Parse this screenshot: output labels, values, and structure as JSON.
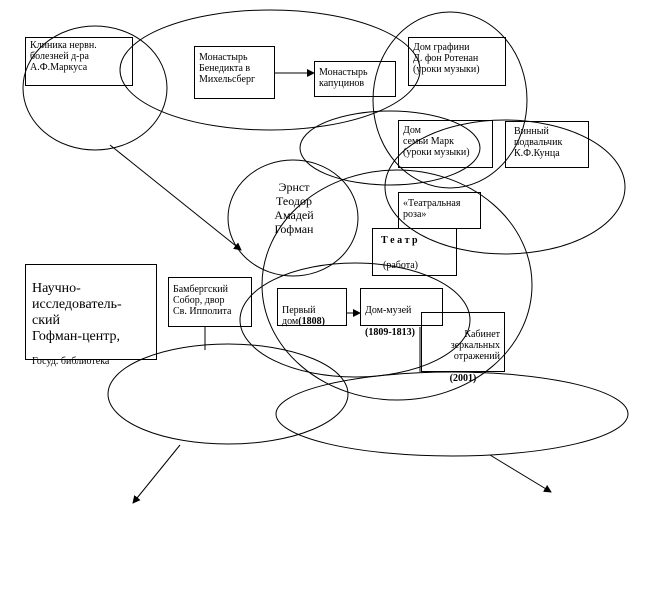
{
  "nodes": {
    "clinic": "Клиника нервн.\nболезней д-ра\nА.Ф.Маркуса",
    "monastery_benedict": "Монастырь\nБенедикта в\nМихельсберг",
    "monastery_capuchin": "Монастырь\nкапуцинов",
    "countess_house": "Дом графини\nД. фон Ротенан\n(уроки музыки)",
    "mark_house": "Дом\nсемьи Марк\n(уроки музыки)",
    "wine_cellar": "Винный\nподвальчик\nК.Ф.Кунца",
    "center_name": "Эрнст\nТеодор\nАмадей\nГофман",
    "rose_theatre": "«Театральная\nроза»",
    "theatre_title": "Т е а т р",
    "theatre_work": "(работа)",
    "research_center_main": "Научно-\nисследователь-\nский\nГофман-центр,",
    "research_center_sub": "Госуд. библиотека",
    "cathedral": "Бамбергский\nСобор, двор\nСв. Ипполита",
    "first_house_label": "Первый\nдом",
    "first_house_year": "(1808)",
    "museum_label": "Дом-музей",
    "museum_years": "(1809-1813)",
    "mirror_cabinet": "Кабинет\nзеркальных\nотражений",
    "mirror_year": "(2001)"
  }
}
